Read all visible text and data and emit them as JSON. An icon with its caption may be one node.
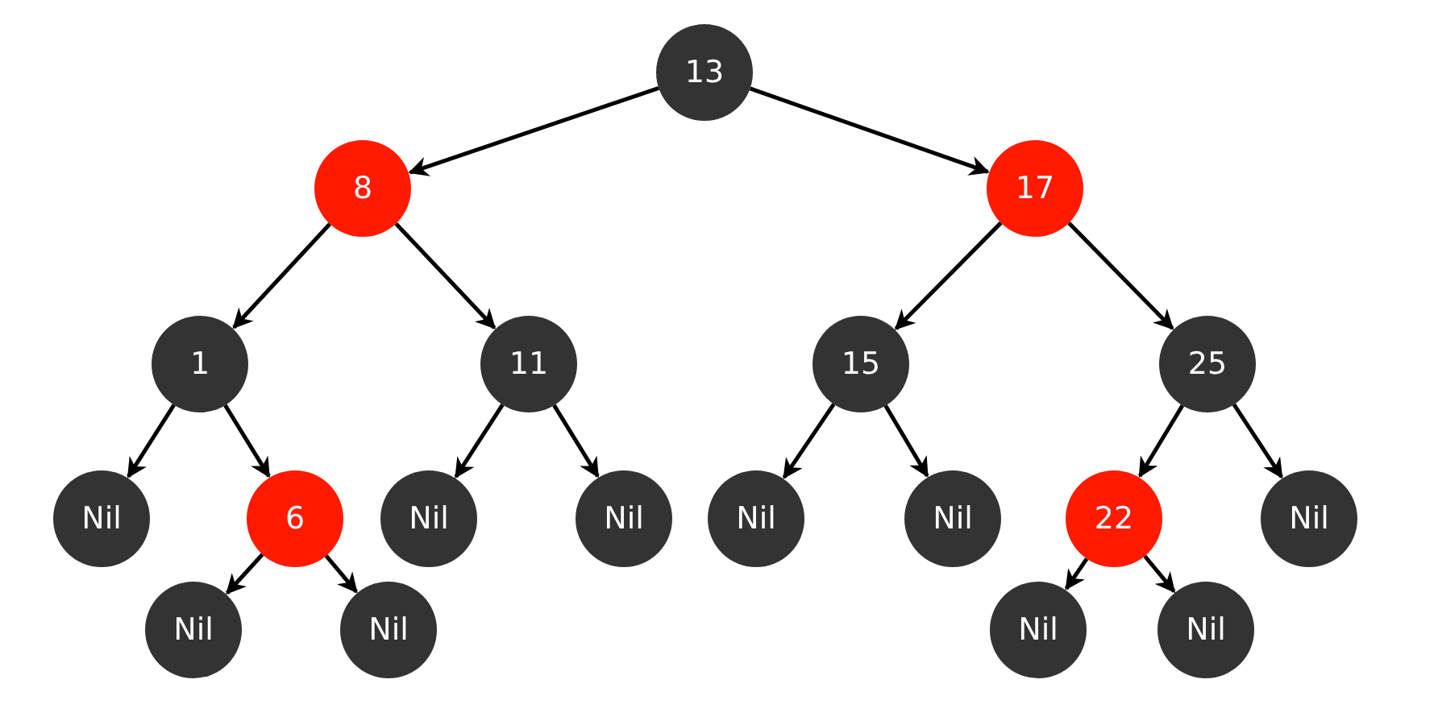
{
  "diagram": {
    "nodes": [
      {
        "text": [
          "13"
        ]
      },
      {
        "text": [
          "8"
        ]
      },
      {
        "text": [
          "17"
        ]
      },
      {
        "text": [
          "1"
        ]
      },
      {
        "text": [
          "11"
        ]
      },
      {
        "text": [
          "15"
        ]
      },
      {
        "text": [
          "25"
        ]
      },
      {
        "text": [
          "Nil"
        ]
      },
      {
        "text": [
          "6"
        ]
      },
      {
        "text": [
          "Nil"
        ]
      },
      {
        "text": [
          "Nil"
        ]
      },
      {
        "text": [
          "Nil"
        ]
      },
      {
        "text": [
          "Nil"
        ]
      },
      {
        "text": [
          "22"
        ]
      },
      {
        "text": [
          "Nil"
        ]
      },
      {
        "text": [
          "Nil"
        ]
      },
      {
        "text": [
          "Nil"
        ]
      },
      {
        "text": [
          "Nil"
        ]
      },
      {
        "text": [
          "Nil"
        ]
      }
    ],
    "edges": [
      {
        "from": 0,
        "to": 1,
        "arrow": "to"
      },
      {
        "from": 0,
        "to": 2,
        "arrow": "to"
      },
      {
        "from": 1,
        "to": 3,
        "arrow": "to"
      },
      {
        "from": 1,
        "to": 4,
        "arrow": "to"
      },
      {
        "from": 2,
        "to": 5,
        "arrow": "to"
      },
      {
        "from": 2,
        "to": 6,
        "arrow": "to"
      },
      {
        "from": 3,
        "to": 7,
        "arrow": "to"
      },
      {
        "from": 3,
        "to": 8,
        "arrow": "to"
      },
      {
        "from": 4,
        "to": 9,
        "arrow": "to"
      },
      {
        "from": 4,
        "to": 10,
        "arrow": "to"
      },
      {
        "from": 5,
        "to": 11,
        "arrow": "to"
      },
      {
        "from": 5,
        "to": 12,
        "arrow": "to"
      },
      {
        "from": 6,
        "to": 13,
        "arrow": "to"
      },
      {
        "from": 6,
        "to": 14,
        "arrow": "to"
      },
      {
        "from": 8,
        "to": 15,
        "arrow": "to"
      },
      {
        "from": 8,
        "to": 16,
        "arrow": "to"
      },
      {
        "from": 13,
        "to": 17,
        "arrow": "to"
      },
      {
        "from": 13,
        "to": 18,
        "arrow": "to"
      }
    ]
  }
}
